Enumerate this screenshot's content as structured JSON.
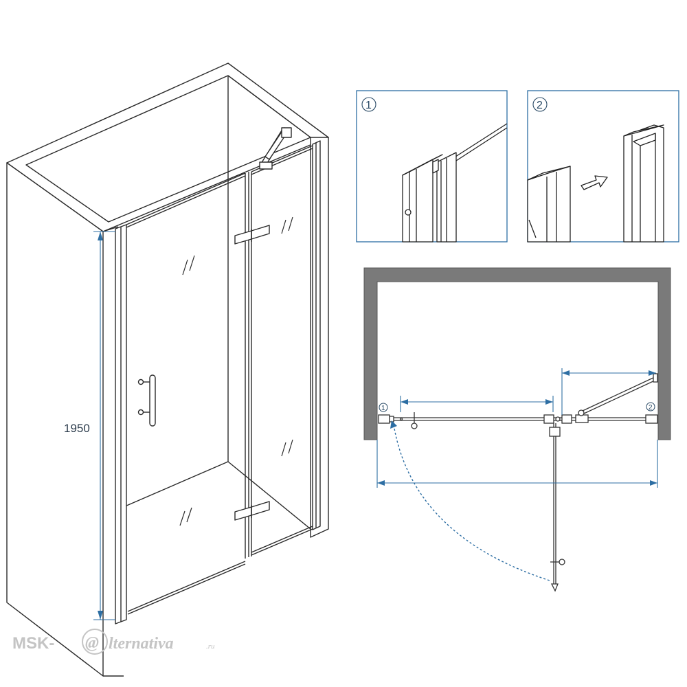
{
  "dimensions": {
    "height_label": "1950"
  },
  "details": [
    {
      "number": "1"
    },
    {
      "number": "2"
    }
  ],
  "plan": {
    "marker_left": "1",
    "marker_right": "2"
  },
  "watermark": {
    "prefix": "MSK-",
    "at": "@",
    "rest": "lternativa",
    "domain": ".ru"
  },
  "colors": {
    "line": "#1f1f1f",
    "dimension": "#2d6ea3",
    "wall_fill": "#7a7a7a",
    "watermark": "#c4c4c4"
  }
}
